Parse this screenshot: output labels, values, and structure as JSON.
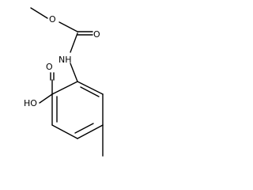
{
  "molecule": {
    "atoms": {
      "ester_o": "O",
      "carbonyl_o_top": "O",
      "nh": "NH",
      "acid_oh": "HO",
      "acid_o": "O"
    }
  }
}
